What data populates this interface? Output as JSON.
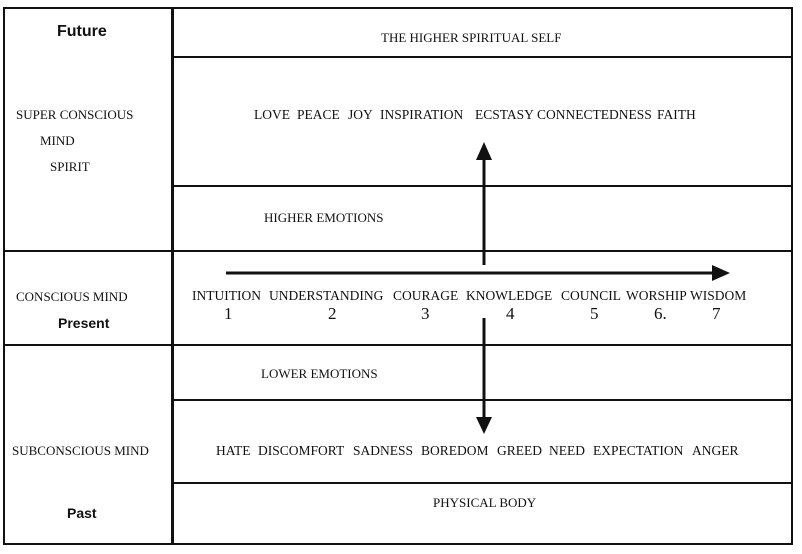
{
  "left_labels": {
    "future": "Future",
    "super_conscious_line1": "SUPER CONSCIOUS",
    "super_conscious_line2": "MIND",
    "super_conscious_line3": "SPIRIT",
    "conscious_mind": "CONSCIOUS MIND",
    "present": "Present",
    "subconscious_mind": "SUBCONSCIOUS MIND",
    "past": "Past"
  },
  "rows": {
    "higher_self": "THE HIGHER SPIRITUAL SELF",
    "higher_states": [
      "LOVE",
      "PEACE",
      "JOY",
      "INSPIRATION",
      "ECSTASY",
      "CONNECTEDNESS",
      "FAITH"
    ],
    "higher_emotions": "HIGHER EMOTIONS",
    "conscious_steps": [
      "INTUITION",
      "UNDERSTANDING",
      "COURAGE",
      "KNOWLEDGE",
      "COUNCIL",
      "WORSHIP",
      "WISDOM"
    ],
    "step_numbers": [
      "1",
      "2",
      "3",
      "4",
      "5",
      "6.",
      "7"
    ],
    "lower_emotions": "LOWER EMOTIONS",
    "lower_states": [
      "HATE",
      "DISCOMFORT",
      "SADNESS",
      "BOREDOM",
      "GREED",
      "NEED",
      "EXPECTATION",
      "ANGER"
    ],
    "physical_body": "PHYSICAL BODY"
  }
}
